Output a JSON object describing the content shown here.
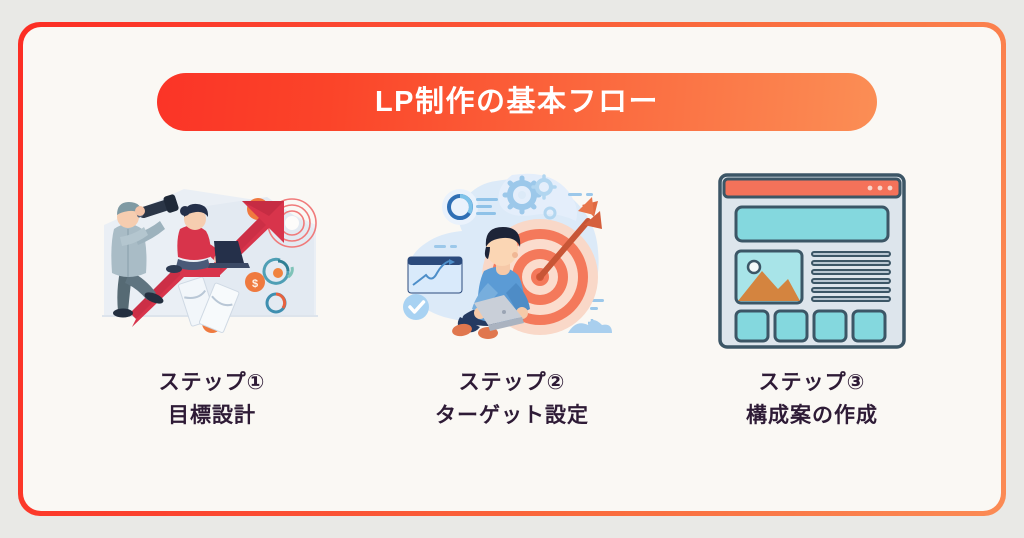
{
  "page": {
    "background_color": "#e9e9e6",
    "card_background": "#faf8f4",
    "border_gradient_from": "#fc2d24",
    "border_gradient_to": "#fb8b55"
  },
  "header": {
    "title": "LP制作の基本フロー",
    "banner_gradient_from": "#fb3427",
    "banner_gradient_to": "#fb8e55",
    "title_color": "#ffffff"
  },
  "text_color": "#2e1b36",
  "steps": [
    {
      "number_label": "ステップ①",
      "name": "目標設計",
      "illustration": "growth-arrow-telescope-illustration",
      "accent_color": "#d8344b"
    },
    {
      "number_label": "ステップ②",
      "name": "ターゲット設定",
      "illustration": "target-dartboard-laptop-illustration",
      "accent_color": "#f4795b"
    },
    {
      "number_label": "ステップ③",
      "name": "構成案の作成",
      "illustration": "website-wireframe-illustration",
      "accent_color": "#7fd4dd"
    }
  ]
}
